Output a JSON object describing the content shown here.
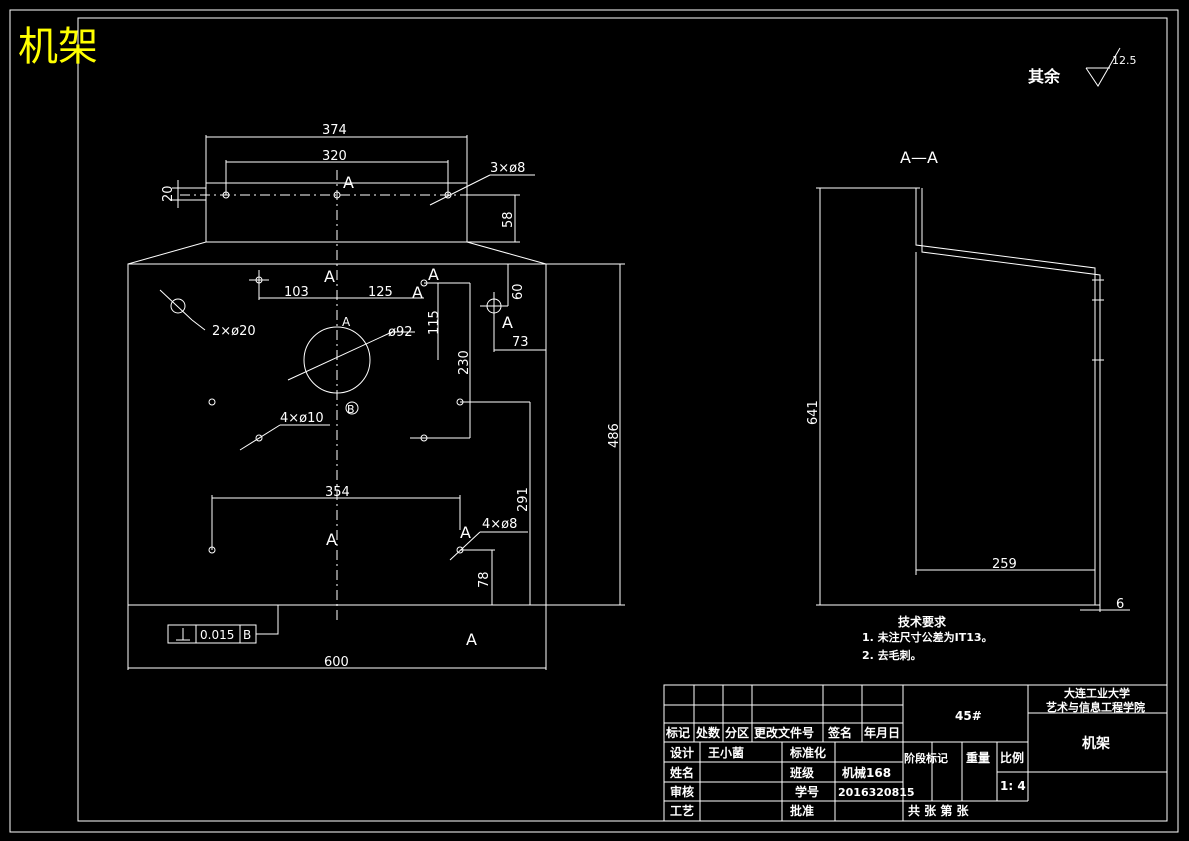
{
  "title": "机架",
  "roughness": {
    "label": "其余",
    "value": "12.5"
  },
  "section_label": "A—A",
  "dims": {
    "d374": "374",
    "d320": "320",
    "holes3": "3×ø8",
    "d20": "20",
    "d58": "58",
    "d103": "103",
    "d125": "125",
    "d60": "60",
    "d115": "115",
    "d230": "230",
    "d73": "73",
    "holes2": "2×ø20",
    "dia92": "ø92",
    "holes4a": "4×ø10",
    "d486": "486",
    "d354": "354",
    "holes4b": "4×ø8",
    "d291": "291",
    "d78": "78",
    "d600": "600",
    "d641": "641",
    "d259": "259",
    "d6": "6"
  },
  "tolerance": {
    "value": "0.015",
    "datum": "B"
  },
  "section_marks": {
    "a": "A",
    "b": "B"
  },
  "tech": {
    "heading": "技术要求",
    "items": [
      "1.   未注尺寸公差为IT13。",
      "2.   去毛刺。"
    ]
  },
  "titleblock": {
    "material": "45#",
    "school1": "大连工业大学",
    "school2": "艺术与信息工程学院",
    "part_name": "机架",
    "headers": [
      "标记",
      "处数",
      "分区",
      "更改文件号",
      "签名",
      "年月日"
    ],
    "design": "设计",
    "designer": "王小菌",
    "std": "标准化",
    "name_label": "姓名",
    "class_label": "班级",
    "class_val": "机械168",
    "review": "审核",
    "id_label": "学号",
    "id_val": "2016320815",
    "craft": "工艺",
    "approve": "批准",
    "stage": "阶段标记",
    "weight": "重量",
    "scale_label": "比例",
    "scale": "1: 4",
    "sheets": "共   张 第   张"
  }
}
